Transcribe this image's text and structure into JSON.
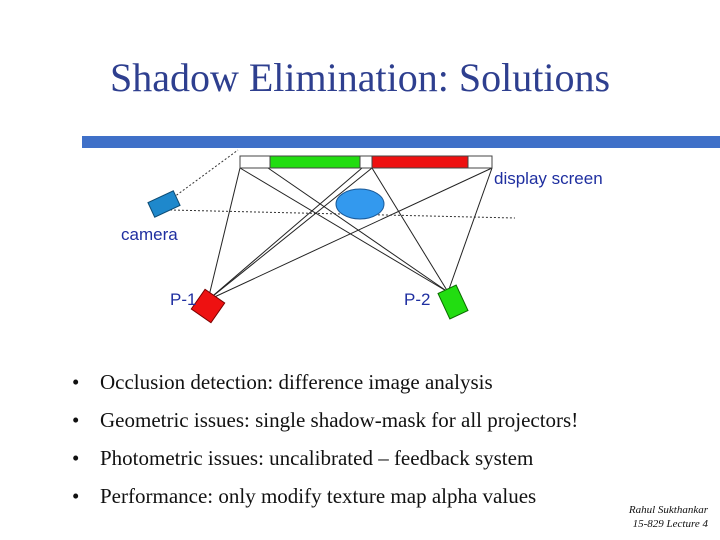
{
  "slide": {
    "title": "Shadow Elimination: Solutions",
    "accent_color": "#3f70c8",
    "title_color": "#2e3f8f"
  },
  "diagram": {
    "labels": {
      "display_screen": "display screen",
      "camera": "camera",
      "projector_1": "P-1",
      "projector_2": "P-2"
    },
    "colors": {
      "screen_left": "#22dd11",
      "screen_right": "#ee1111",
      "occluder": "#3399ee",
      "camera": "#1e88cc",
      "projector_1": "#ee1111",
      "projector_2": "#22dd11"
    }
  },
  "bullets": [
    {
      "marker": "•",
      "text": "Occlusion detection: difference image analysis"
    },
    {
      "marker": "•",
      "text": "Geometric issues: single shadow-mask for all projectors!"
    },
    {
      "marker": "•",
      "text": "Photometric issues: uncalibrated – feedback system"
    },
    {
      "marker": "•",
      "text": "Performance: only modify texture map alpha values"
    }
  ],
  "footer": {
    "author": "Rahul Sukthankar",
    "course": "15-829 Lecture 4"
  }
}
